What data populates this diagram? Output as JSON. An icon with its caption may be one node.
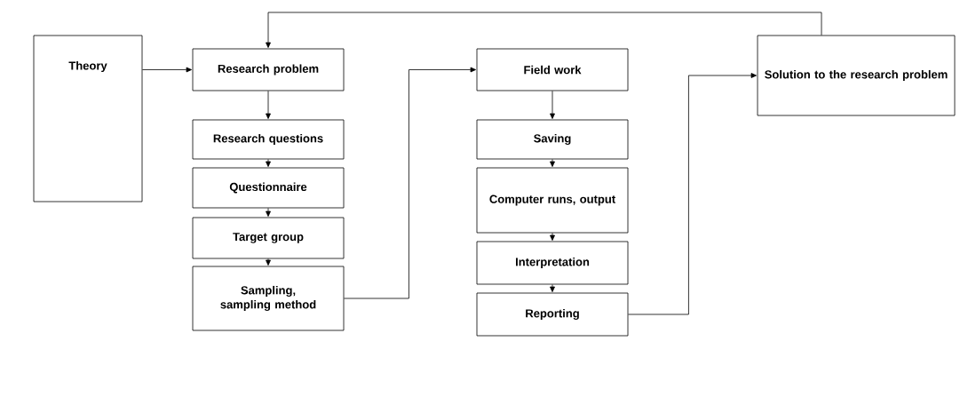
{
  "diagram": {
    "nodes": [
      {
        "text": [
          "Theory"
        ]
      },
      {
        "text": [
          "Research problem"
        ]
      },
      {
        "text": [
          "Research questions"
        ]
      },
      {
        "text": [
          "Questionnaire"
        ]
      },
      {
        "text": [
          "Target group"
        ]
      },
      {
        "text": [
          "Sampling, sampling method"
        ]
      },
      {
        "text": [
          "Field work"
        ]
      },
      {
        "text": [
          "Saving"
        ]
      },
      {
        "text": [
          "Computer runs, output"
        ]
      },
      {
        "text": [
          "Interpretation"
        ]
      },
      {
        "text": [
          "Reporting"
        ]
      },
      {
        "text": [
          "Solution to the research problem"
        ]
      }
    ],
    "edges": [
      {
        "from": 0,
        "to": 1,
        "arrow": "to"
      },
      {
        "from": 1,
        "to": 2,
        "arrow": "to"
      },
      {
        "from": 2,
        "to": 3,
        "arrow": "to"
      },
      {
        "from": 3,
        "to": 4,
        "arrow": "to"
      },
      {
        "from": 4,
        "to": 5,
        "arrow": "to"
      },
      {
        "from": 5,
        "to": 6,
        "arrow": "to"
      },
      {
        "from": 6,
        "to": 7,
        "arrow": "to"
      },
      {
        "from": 7,
        "to": 8,
        "arrow": "to"
      },
      {
        "from": 8,
        "to": 9,
        "arrow": "to"
      },
      {
        "from": 9,
        "to": 10,
        "arrow": "to"
      },
      {
        "from": 10,
        "to": 11,
        "arrow": "to"
      },
      {
        "from": 11,
        "to": 1,
        "arrow": "to"
      }
    ]
  }
}
